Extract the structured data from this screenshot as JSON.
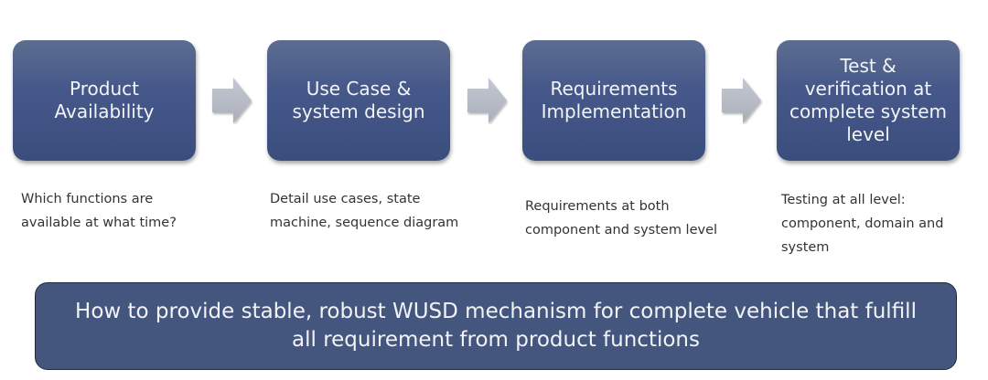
{
  "steps": [
    {
      "title": "Product Availability",
      "description": "Which functions are\navailable at what time?"
    },
    {
      "title": "Use Case & system design",
      "description": "Detail use cases, state\nmachine, sequence diagram"
    },
    {
      "title": "Requirements Implementation",
      "description": "Requirements at both\ncomponent and system level"
    },
    {
      "title": "Test & verification at complete system level",
      "description": "Testing at all level:\ncomponent, domain and\nsystem"
    }
  ],
  "arrows": [
    "right-arrow-icon",
    "right-arrow-icon",
    "right-arrow-icon"
  ],
  "banner": {
    "text": "How to provide stable, robust WUSD mechanism for complete vehicle that fulfill all requirement from product functions"
  },
  "colors": {
    "box_fill": "#46588a",
    "banner_fill": "#44567e",
    "arrow_fill": "#b2b7c2",
    "text_light": "#f2f4f8",
    "text_dark": "#333333"
  }
}
